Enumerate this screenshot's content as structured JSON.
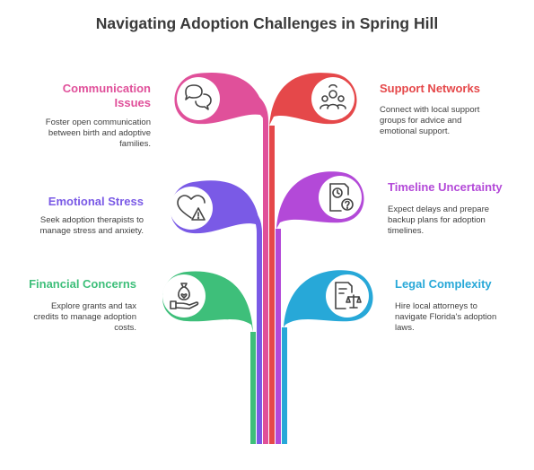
{
  "title": "Navigating Adoption Challenges in Spring Hill",
  "challenges": [
    {
      "heading_lines": [
        "Communication",
        "Issues"
      ],
      "desc_lines": [
        "Foster open communication",
        "between birth and adoptive",
        "families."
      ],
      "color": "#e0509a",
      "icon": "chat-bubbles-icon"
    },
    {
      "heading_lines": [
        "Emotional Stress"
      ],
      "desc_lines": [
        "Seek adoption therapists to",
        "manage stress and anxiety."
      ],
      "color": "#7a5ae6",
      "icon": "heart-warning-icon"
    },
    {
      "heading_lines": [
        "Financial Concerns"
      ],
      "desc_lines": [
        "Explore grants and tax",
        "credits to manage adoption",
        "costs."
      ],
      "color": "#3ebf7a",
      "icon": "money-bag-hand-icon"
    },
    {
      "heading_lines": [
        "Support Networks"
      ],
      "desc_lines": [
        "Connect with local support",
        "groups for advice and",
        "emotional support."
      ],
      "color": "#e5484a",
      "icon": "group-people-icon"
    },
    {
      "heading_lines": [
        "Timeline Uncertainty"
      ],
      "desc_lines": [
        "Expect delays and prepare",
        "backup plans for adoption",
        "timelines."
      ],
      "color": "#b349d8",
      "icon": "document-clock-question-icon"
    },
    {
      "heading_lines": [
        "Legal Complexity"
      ],
      "desc_lines": [
        "Hire local attorneys to",
        "navigate Florida's adoption",
        "laws."
      ],
      "color": "#27a8d8",
      "icon": "document-scales-icon"
    }
  ]
}
